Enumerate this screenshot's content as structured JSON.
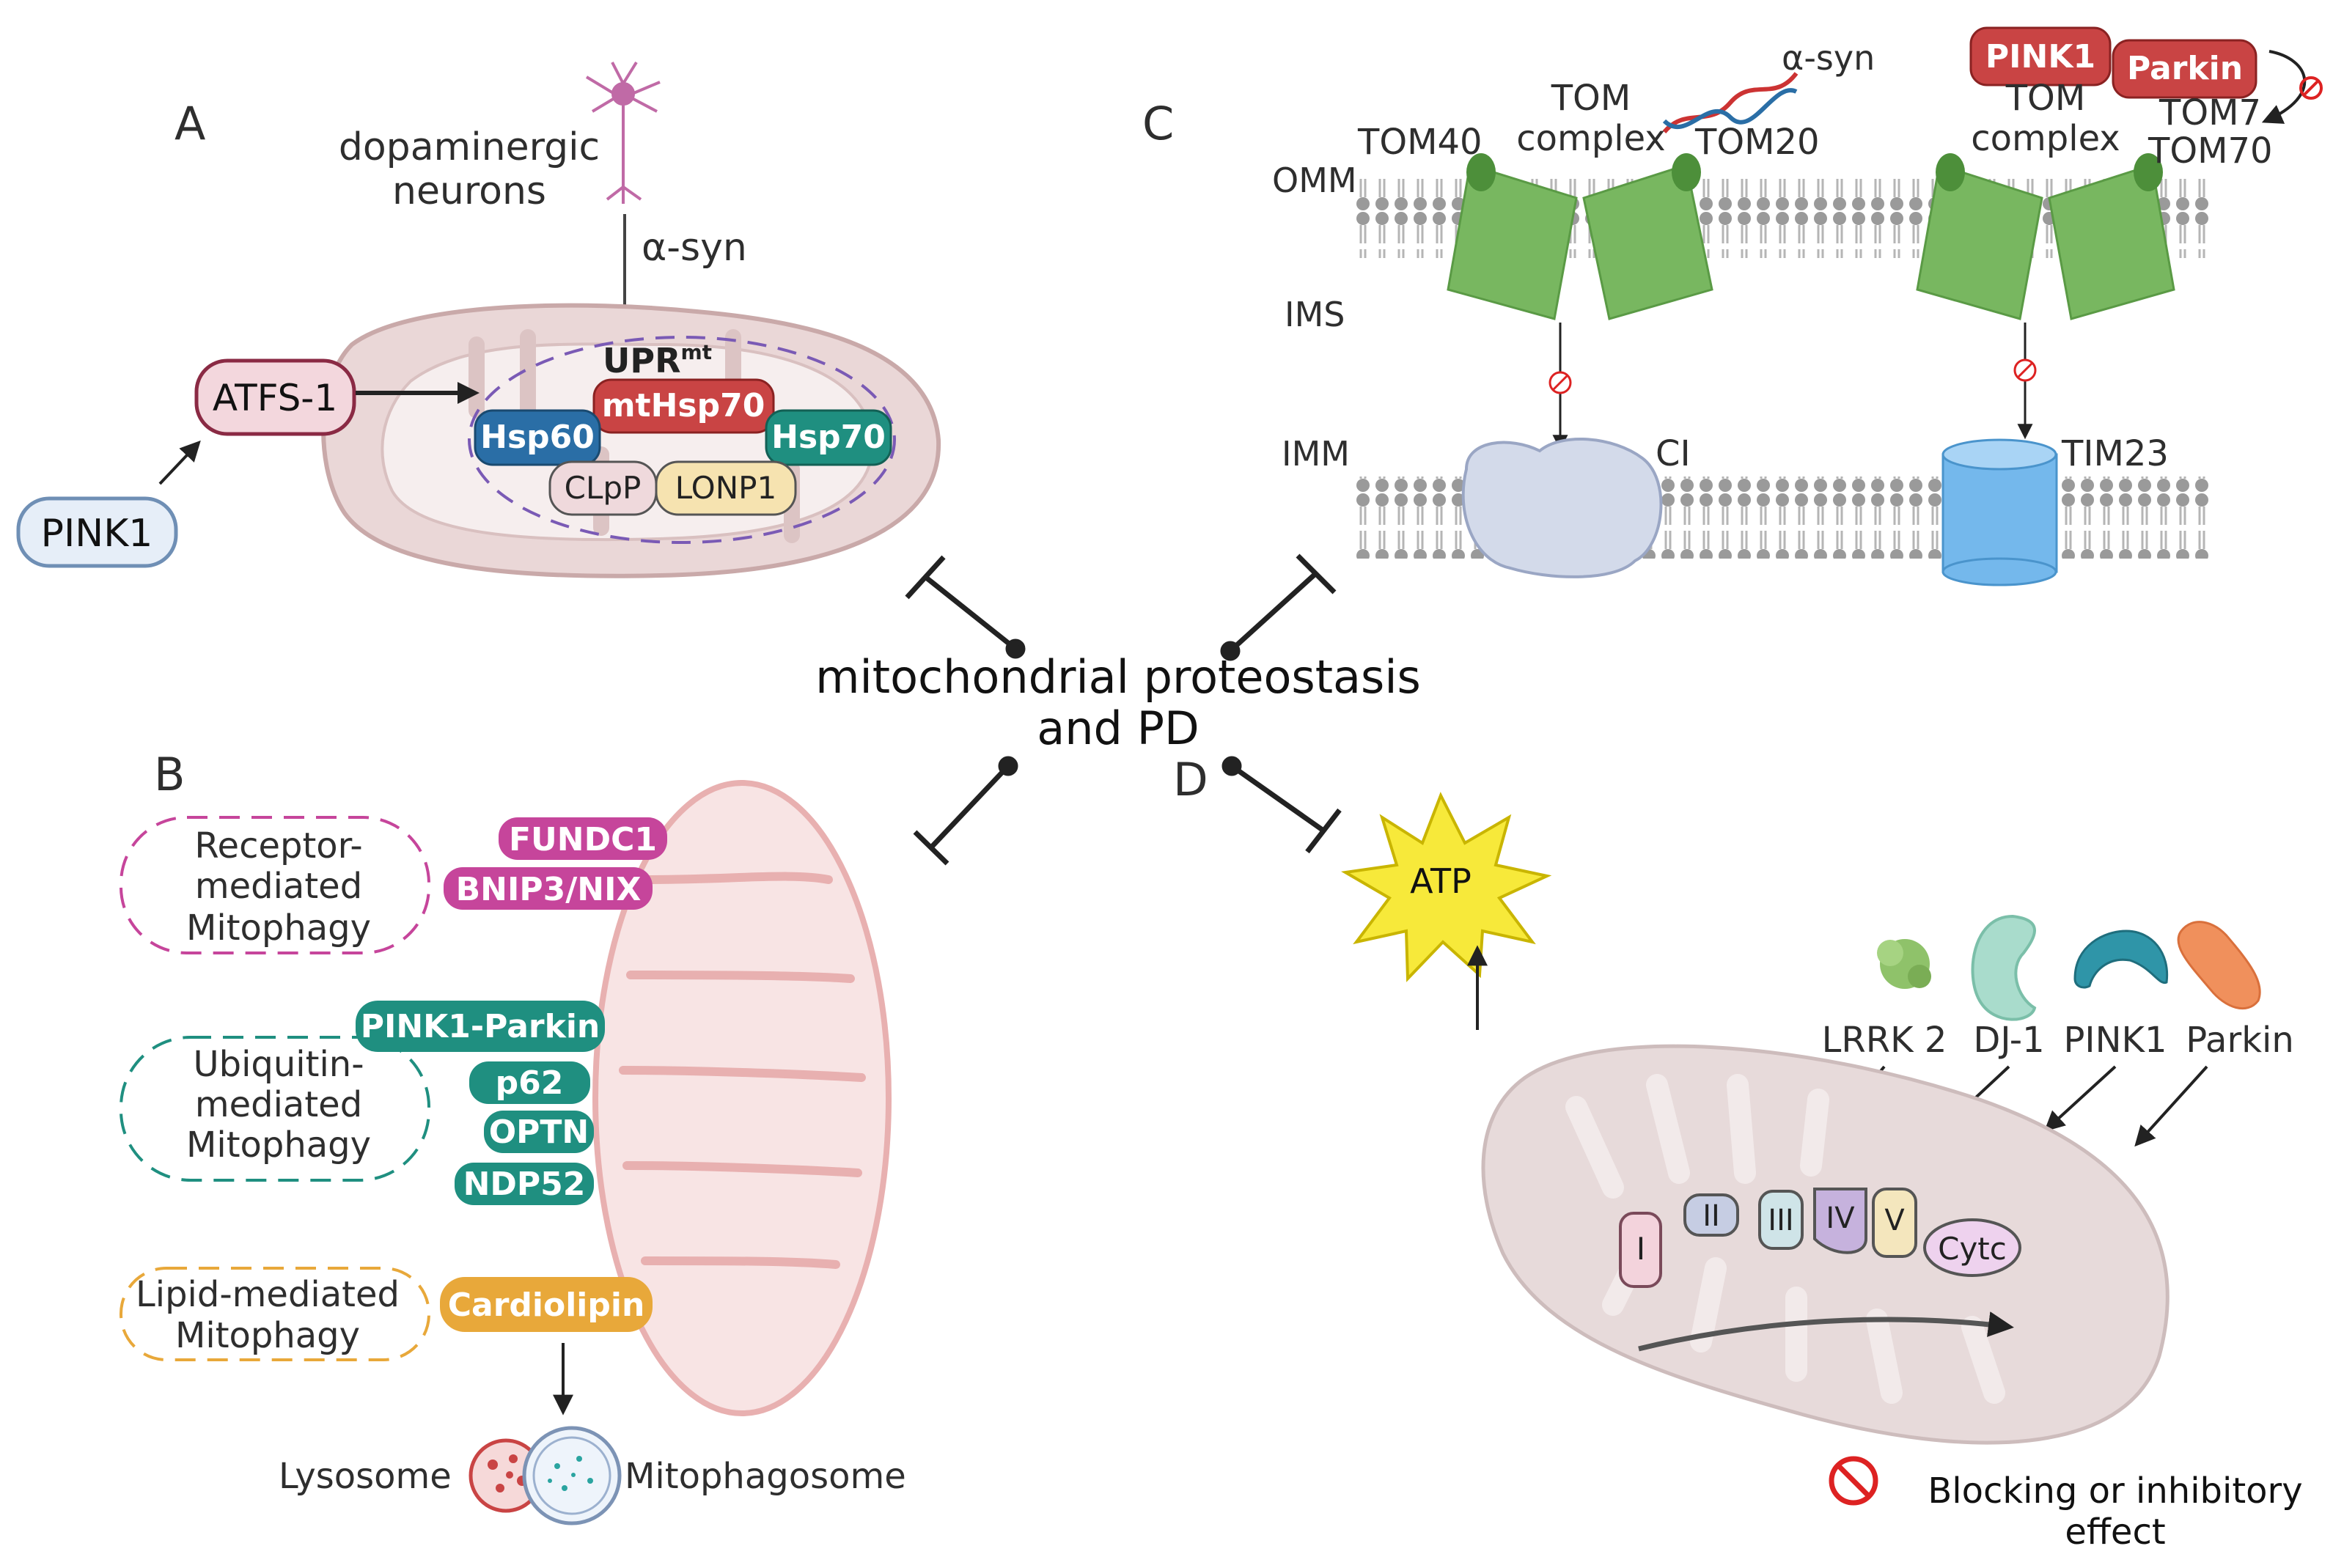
{
  "center": {
    "line1": "mitochondrial proteostasis",
    "line2": "and PD"
  },
  "panel_a": {
    "letter": "A",
    "neuron_line1": "dopaminergic",
    "neuron_line2": "neurons",
    "asyn": "α-syn",
    "atfs1": "ATFS-1",
    "pink1": "PINK1",
    "upr": "UPR",
    "upr_sup": "mt",
    "hsp60": "Hsp60",
    "mthsp70": "mtHsp70",
    "hsp70": "Hsp70",
    "clpp": "CLpP",
    "lonp1": "LONP1"
  },
  "panel_b": {
    "letter": "B",
    "receptor_l1": "Receptor-",
    "receptor_l2": "mediated",
    "receptor_l3": "Mitophagy",
    "fundc1": "FUNDC1",
    "bnip3": "BNIP3/NIX",
    "ubiquitin_l1": "Ubiquitin-",
    "ubiquitin_l2": "mediated",
    "ubiquitin_l3": "Mitophagy",
    "pink1parkin": "PINK1-Parkin",
    "p62": "p62",
    "optn": "OPTN",
    "ndp52": "NDP52",
    "lipid_l1": "Lipid-mediated",
    "lipid_l2": "Mitophagy",
    "cardiolipin": "Cardiolipin",
    "lysosome": "Lysosome",
    "mitophagosome": "Mitophagosome"
  },
  "panel_c": {
    "letter": "C",
    "asyn": "α-syn",
    "pink1": "PINK1",
    "parkin": "Parkin",
    "tom_complex_l1": "TOM",
    "tom_complex_l2": "complex",
    "tom40": "TOM40",
    "tom20": "TOM20",
    "tom7": "TOM7",
    "tom70": "TOM70",
    "omm": "OMM",
    "ims": "IMS",
    "imm": "IMM",
    "ci": "CI",
    "tim23": "TIM23"
  },
  "panel_d": {
    "letter": "D",
    "atp": "ATP",
    "lrrk2": "LRRK 2",
    "dj1": "DJ-1",
    "pink1": "PINK1",
    "parkin": "Parkin",
    "c1": "I",
    "c2": "II",
    "c3": "III",
    "c4": "IV",
    "c5": "V",
    "cytc": "Cytc"
  },
  "legend": {
    "line1": "Blocking or inhibitory",
    "line2": "effect",
    "icon": "prohibition-icon"
  },
  "colors": {
    "red_pill": "#c94444",
    "teal_pill": "#1f8f80",
    "blue_pill": "#2a6ea6",
    "magenta_pill": "#c6459b",
    "orange_pill": "#e8a83a",
    "tom_green": "#78b760",
    "membrane_gray": "#9a9a9a",
    "mito_pink": "#ead7d7"
  }
}
